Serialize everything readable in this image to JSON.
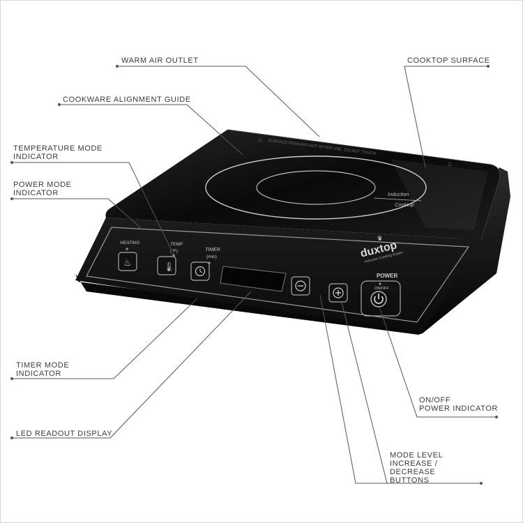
{
  "callouts": {
    "warm_air_outlet": "WARM AIR OUTLET",
    "cooktop_surface": "COOKTOP SURFACE",
    "cookware_alignment_guide": "COOKWARE ALIGNMENT GUIDE",
    "temperature_mode_indicator": [
      "TEMPERATURE MODE",
      "INDICATOR"
    ],
    "power_mode_indicator": [
      "POWER MODE",
      "INDICATOR"
    ],
    "timer_mode_indicator": [
      "TIMER MODE",
      "INDICATOR"
    ],
    "led_readout_display": "LED READOUT DISPLAY",
    "onoff_power_indicator": [
      "ON/OFF",
      "POWER INDICATOR"
    ],
    "mode_level_buttons": [
      "MODE LEVEL",
      "INCREASE /",
      "DECREASE",
      "BUTTONS"
    ]
  },
  "cooktop": {
    "warning_text": "SURFACE REMAINS HOT AFTER USE. DO NOT TOUCH",
    "surface_label": [
      "Induction",
      "Cooktop"
    ],
    "brand": "duxtop",
    "brand_tagline": "Induction Cooking Expert",
    "panel": {
      "heating_label": "HEATING",
      "temp_label": [
        "TEMP",
        "(°F)"
      ],
      "timer_label": [
        "TIMER",
        "(min)"
      ],
      "power_label": "POWER",
      "onoff_label": "ON/OFF"
    }
  },
  "colors": {
    "body": "#161616",
    "glass": "#0c0c0c",
    "trim": "#9a9a9a",
    "leader": "#555555",
    "label_text": "#3a3a3a"
  }
}
